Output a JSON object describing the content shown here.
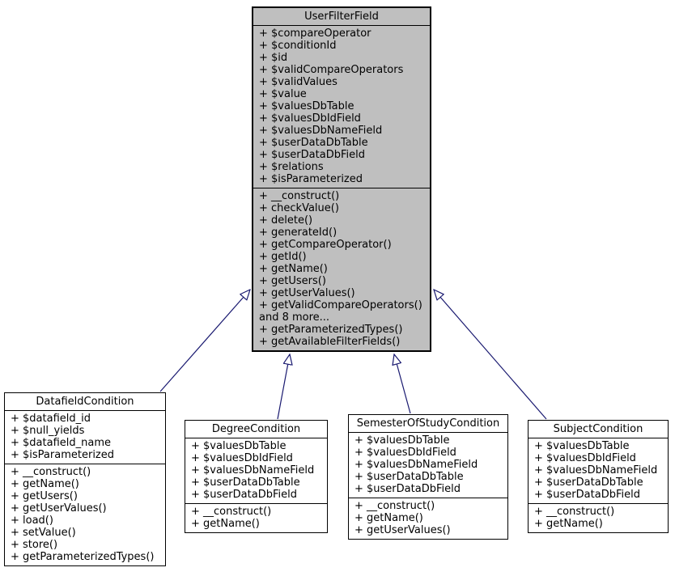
{
  "colors": {
    "arrow": "#191970",
    "highlight_fill": "#bfbfbf",
    "box_fill": "#ffffff",
    "border": "#000000",
    "text": "#000000"
  },
  "classes": [
    {
      "name": "UserFilterField",
      "attributes": [
        "+ $compareOperator",
        "+ $conditionId",
        "+ $id",
        "+ $validCompareOperators",
        "+ $validValues",
        "+ $value",
        "+ $valuesDbTable",
        "+ $valuesDbIdField",
        "+ $valuesDbNameField",
        "+ $userDataDbTable",
        "+ $userDataDbField",
        "+ $relations",
        "+ $isParameterized"
      ],
      "methods": [
        "+ __construct()",
        "+ checkValue()",
        "+ delete()",
        "+ generateId()",
        "+ getCompareOperator()",
        "+ getId()",
        "+ getName()",
        "+ getUsers()",
        "+ getUserValues()",
        "+ getValidCompareOperators()",
        "and 8 more...",
        "+ getParameterizedTypes()",
        "+ getAvailableFilterFields()"
      ]
    },
    {
      "name": "DatafieldCondition",
      "attributes": [
        "+ $datafield_id",
        "+ $null_yields",
        "+ $datafield_name",
        "+ $isParameterized"
      ],
      "methods": [
        "+ __construct()",
        "+ getName()",
        "+ getUsers()",
        "+ getUserValues()",
        "+ load()",
        "+ setValue()",
        "+ store()",
        "+ getParameterizedTypes()"
      ]
    },
    {
      "name": "DegreeCondition",
      "attributes": [
        "+ $valuesDbTable",
        "+ $valuesDbIdField",
        "+ $valuesDbNameField",
        "+ $userDataDbTable",
        "+ $userDataDbField"
      ],
      "methods": [
        "+ __construct()",
        "+ getName()"
      ]
    },
    {
      "name": "SemesterOfStudyCondition",
      "attributes": [
        "+ $valuesDbTable",
        "+ $valuesDbIdField",
        "+ $valuesDbNameField",
        "+ $userDataDbTable",
        "+ $userDataDbField"
      ],
      "methods": [
        "+ __construct()",
        "+ getName()",
        "+ getUserValues()"
      ]
    },
    {
      "name": "SubjectCondition",
      "attributes": [
        "+ $valuesDbTable",
        "+ $valuesDbIdField",
        "+ $valuesDbNameField",
        "+ $userDataDbTable",
        "+ $userDataDbField"
      ],
      "methods": [
        "+ __construct()",
        "+ getName()"
      ]
    }
  ],
  "relations": [
    {
      "from": "DatafieldCondition",
      "to": "UserFilterField",
      "type": "inheritance"
    },
    {
      "from": "DegreeCondition",
      "to": "UserFilterField",
      "type": "inheritance"
    },
    {
      "from": "SemesterOfStudyCondition",
      "to": "UserFilterField",
      "type": "inheritance"
    },
    {
      "from": "SubjectCondition",
      "to": "UserFilterField",
      "type": "inheritance"
    }
  ]
}
